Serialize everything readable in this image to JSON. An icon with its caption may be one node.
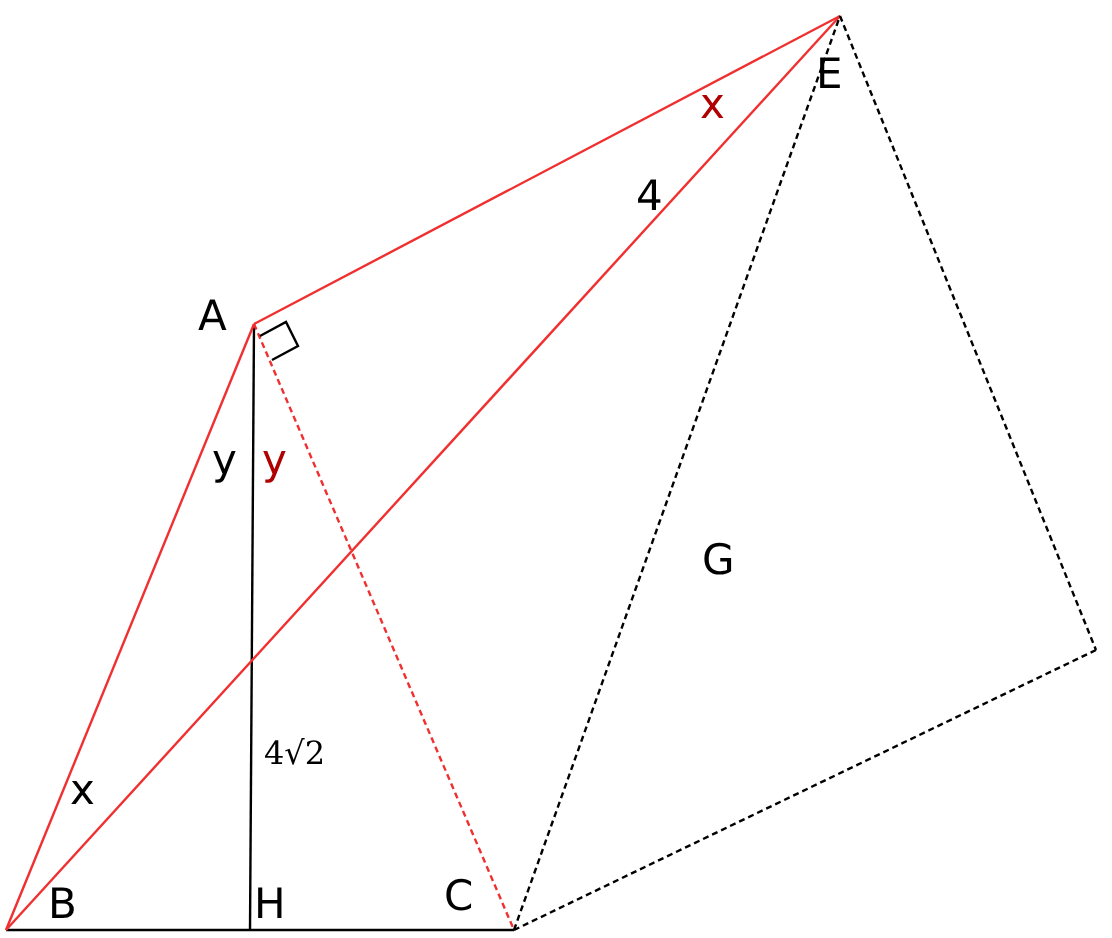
{
  "diagram": {
    "labels": [
      "E",
      "x",
      "4",
      "A",
      "y",
      "y",
      "G",
      "4√2",
      "x",
      "B",
      "H",
      "C"
    ]
  }
}
